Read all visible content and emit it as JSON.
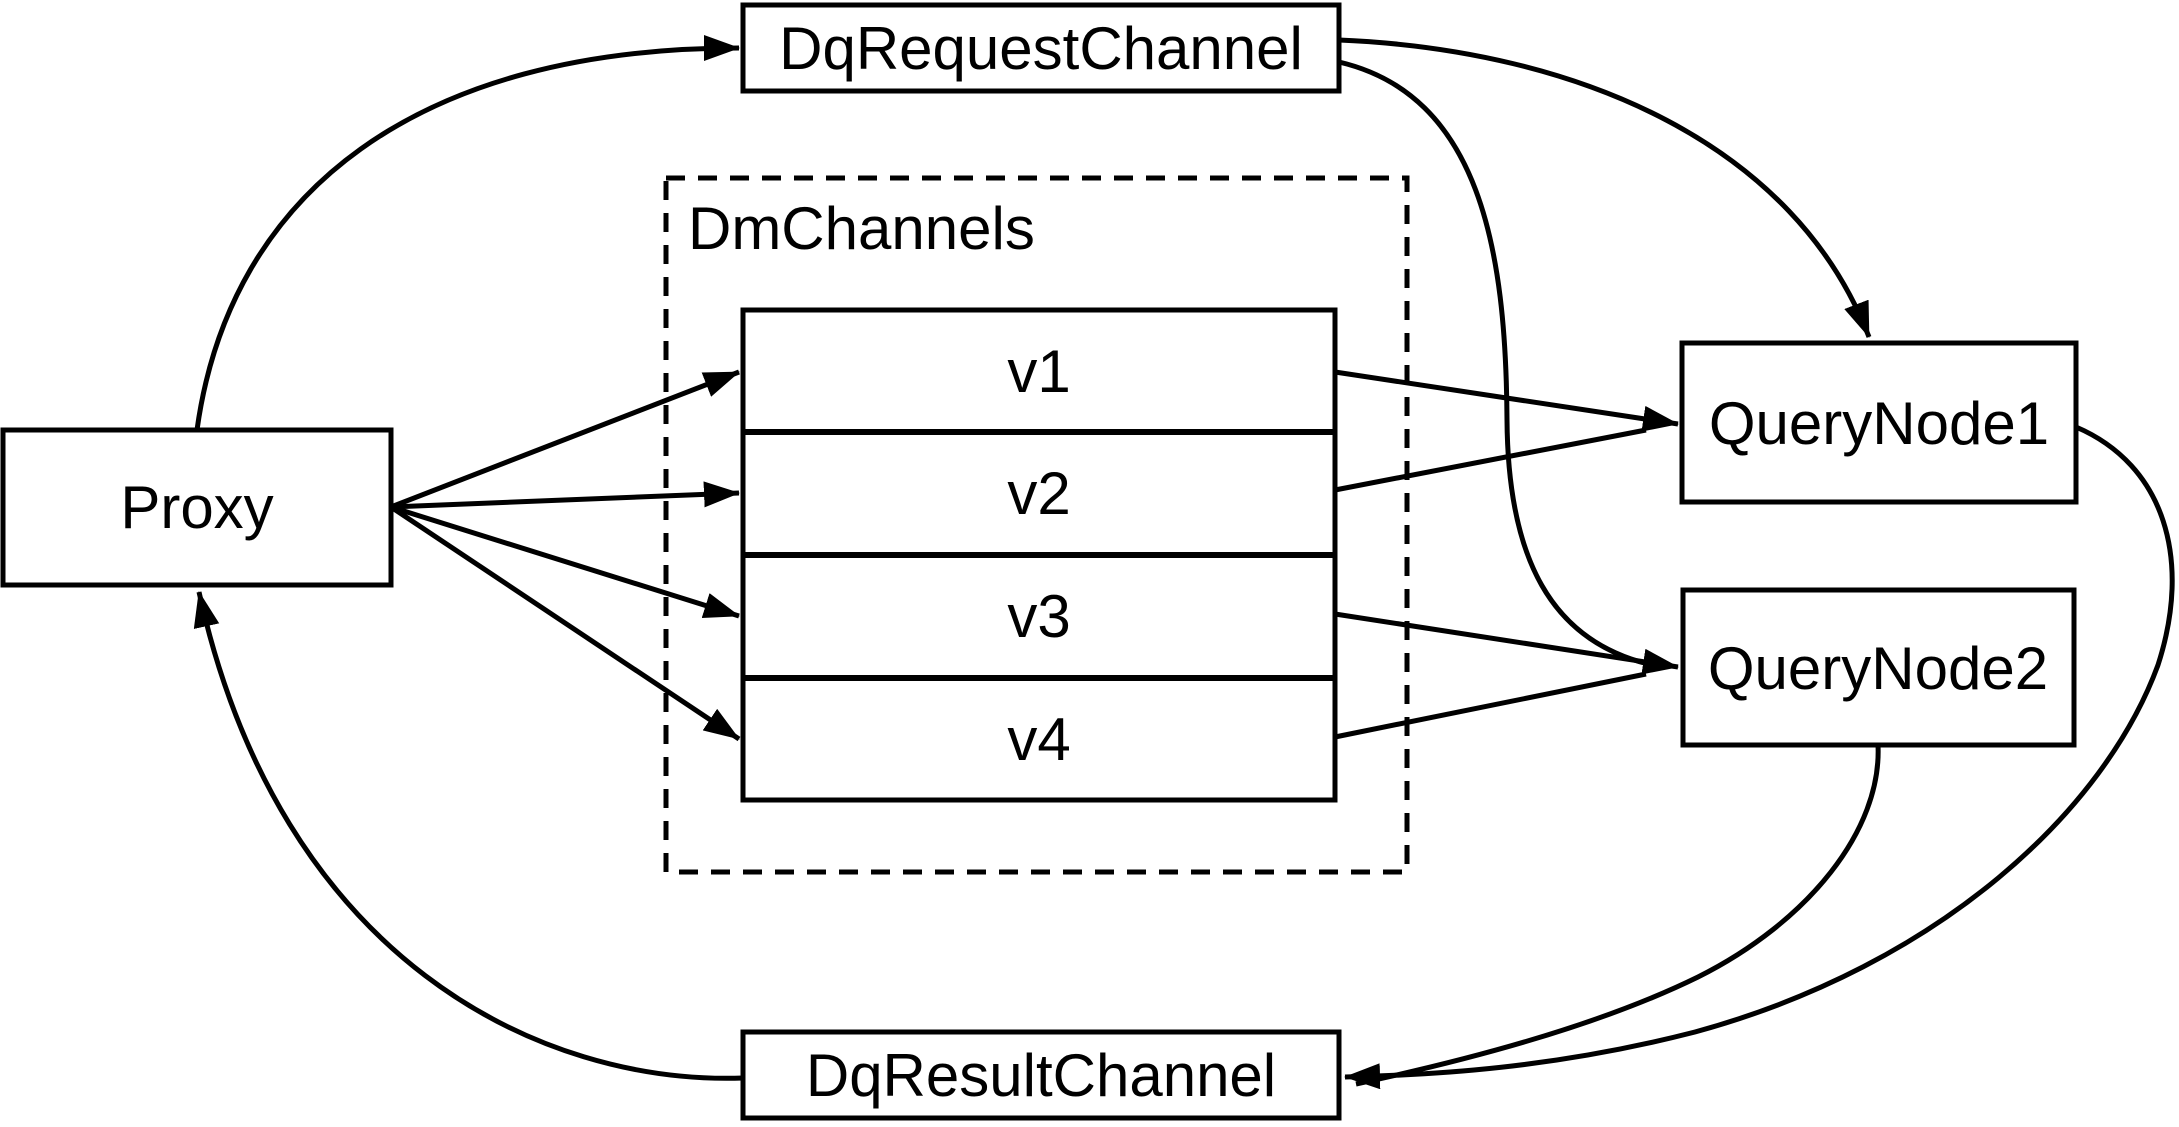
{
  "diagram": {
    "title": "Proxy / DmChannels / QueryNode data flow diagram",
    "background_color": "#ffffff",
    "line_color": "#000000",
    "nodes": {
      "proxy": {
        "label": "Proxy"
      },
      "dq_request_channel": {
        "label": "DqRequestChannel"
      },
      "dm_channels_group": {
        "label": "DmChannels"
      },
      "query_node1": {
        "label": "QueryNode1"
      },
      "query_node2": {
        "label": "QueryNode2"
      },
      "dq_result_channel": {
        "label": "DqResultChannel"
      }
    },
    "channels": [
      {
        "label": "v1"
      },
      {
        "label": "v2"
      },
      {
        "label": "v3"
      },
      {
        "label": "v4"
      }
    ],
    "edges": [
      {
        "from": "Proxy",
        "to": "DqRequestChannel"
      },
      {
        "from": "Proxy",
        "to": "v1"
      },
      {
        "from": "Proxy",
        "to": "v2"
      },
      {
        "from": "Proxy",
        "to": "v3"
      },
      {
        "from": "Proxy",
        "to": "v4"
      },
      {
        "from": "v1",
        "to": "QueryNode1"
      },
      {
        "from": "v2",
        "to": "QueryNode1"
      },
      {
        "from": "v3",
        "to": "QueryNode2"
      },
      {
        "from": "v4",
        "to": "QueryNode2"
      },
      {
        "from": "DqRequestChannel",
        "to": "QueryNode1"
      },
      {
        "from": "DqRequestChannel",
        "to": "QueryNode2"
      },
      {
        "from": "QueryNode1",
        "to": "DqResultChannel"
      },
      {
        "from": "QueryNode2",
        "to": "DqResultChannel"
      },
      {
        "from": "DqResultChannel",
        "to": "Proxy"
      }
    ]
  }
}
